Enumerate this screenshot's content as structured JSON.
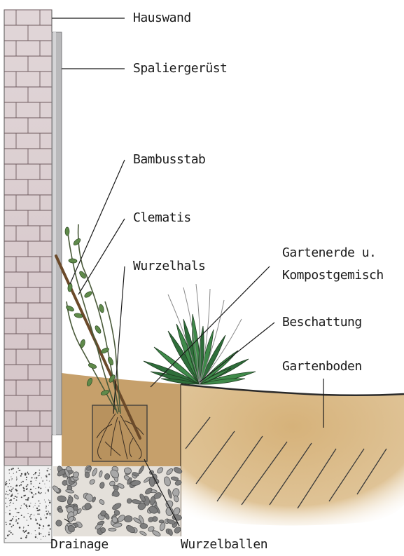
{
  "labels": {
    "hauswand": "Hauswand",
    "spalier": "Spaliergerüst",
    "bambus": "Bambusstab",
    "clematis": "Clematis",
    "wurzelhals": "Wurzelhals",
    "gartenerde_line1": "Gartenerde u.",
    "gartenerde_line2": "Kompostgemisch",
    "beschattung": "Beschattung",
    "gartenboden": "Gartenboden",
    "drainage": "Drainage",
    "wurzelballen": "Wurzelballen"
  },
  "colors": {
    "brick": "#d9cccf",
    "brick_line": "#6e5a5e",
    "foundation": "#f1f1f1",
    "trellis": "#b9b9bb",
    "planting_soil": "#c9a46f",
    "garden_soil": "#dcc08f",
    "stake": "#6b4a2a",
    "leaf": "#3f8a4a",
    "gravel": "#8f8f8f"
  }
}
